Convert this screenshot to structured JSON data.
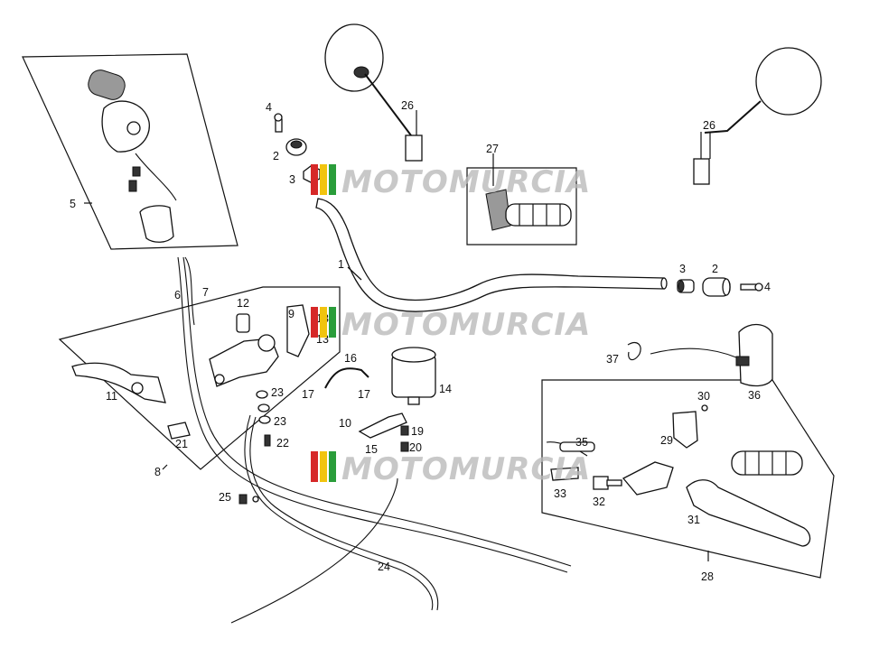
{
  "watermark": {
    "text": "MOTOMURCIA",
    "colors": {
      "red": "#d62828",
      "yellow": "#f1c40f",
      "green": "#2a9d3a",
      "grey": "#b9b9b9"
    }
  },
  "callouts": {
    "c1": "1",
    "c2a": "2",
    "c2b": "2",
    "c3a": "3",
    "c3b": "3",
    "c4a": "4",
    "c4b": "4",
    "c5": "5",
    "c6": "6",
    "c7": "7",
    "c8": "8",
    "c9": "9",
    "c10": "10",
    "c11": "11",
    "c12": "12",
    "c13a": "13",
    "c13b": "13",
    "c14": "14",
    "c15": "15",
    "c16": "16",
    "c17a": "17",
    "c17b": "17",
    "c19": "19",
    "c20": "20",
    "c21": "21",
    "c22": "22",
    "c23a": "23",
    "c23b": "23",
    "c24": "24",
    "c25": "25",
    "c26a": "26",
    "c26b": "26",
    "c27": "27",
    "c28": "28",
    "c29": "29",
    "c30": "30",
    "c31": "31",
    "c32": "32",
    "c33": "33",
    "c35": "35",
    "c36": "36",
    "c37": "37"
  }
}
